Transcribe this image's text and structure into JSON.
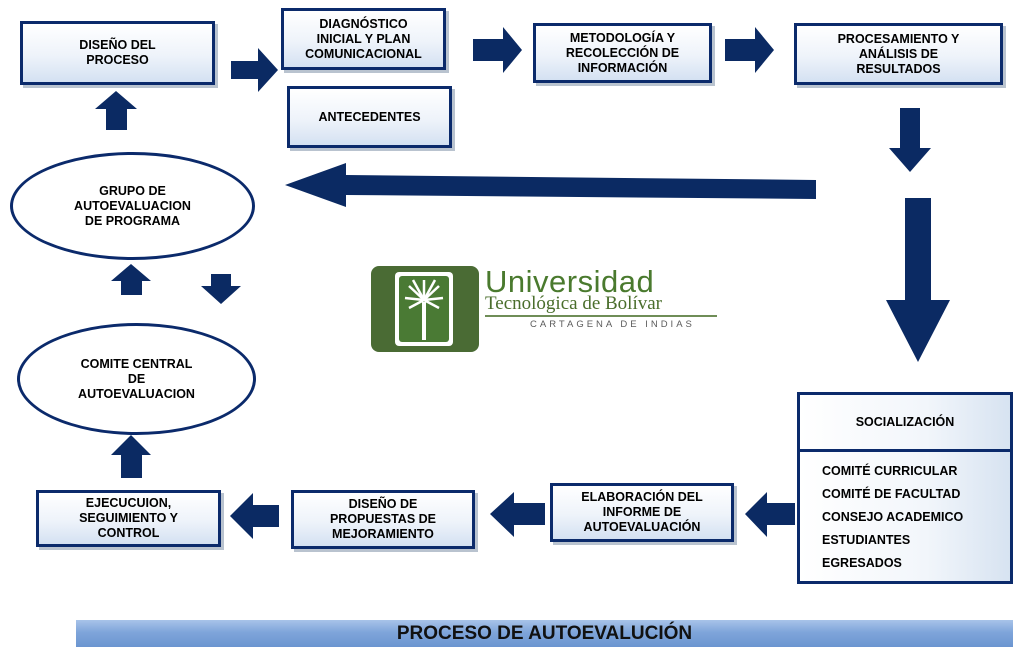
{
  "nodes": {
    "diseno_proceso": "DISEÑO DEL\nPROCESO",
    "diagnostico": "DIAGNÓSTICO\nINICIAL Y PLAN\nCOMUNICACIONAL",
    "antecedentes": "ANTECEDENTES",
    "metodologia": "METODOLOGÍA Y\nRECOLECCIÓN DE\nINFORMACIÓN",
    "procesamiento": "PROCESAMIENTO Y\nANÁLISIS DE\nRESULTADOS",
    "grupo": "GRUPO DE\nAUTOEVALUACION\nDE PROGRAMA",
    "comite_central": "COMITE CENTRAL\nDE\nAUTOEVALUACION",
    "ejecucion": "EJECUCUION,\nSEGUIMIENTO Y\nCONTROL",
    "diseno_propuestas": "DISEÑO DE\nPROPUESTAS DE\nMEJORAMIENTO",
    "elaboracion": "ELABORACIÓN DEL\nINFORME DE\nAUTOEVALUACIÓN"
  },
  "socializacion": {
    "title": "SOCIALIZACIÓN",
    "items": [
      "COMITÉ CURRICULAR",
      "COMITÉ DE FACULTAD",
      "CONSEJO ACADEMICO",
      "ESTUDIANTES",
      "EGRESADOS"
    ]
  },
  "logo": {
    "name": "Universidad",
    "subtitle": "Tecnológica de Bolívar",
    "city": "CARTAGENA DE INDIAS"
  },
  "footer_title": "PROCESO DE AUTOEVALUCIÓN",
  "colors": {
    "arrow": "#0b2a63",
    "border": "#0b2a6b",
    "logo_green": "#4a7a2e",
    "title_bar": "#7fa5da"
  }
}
